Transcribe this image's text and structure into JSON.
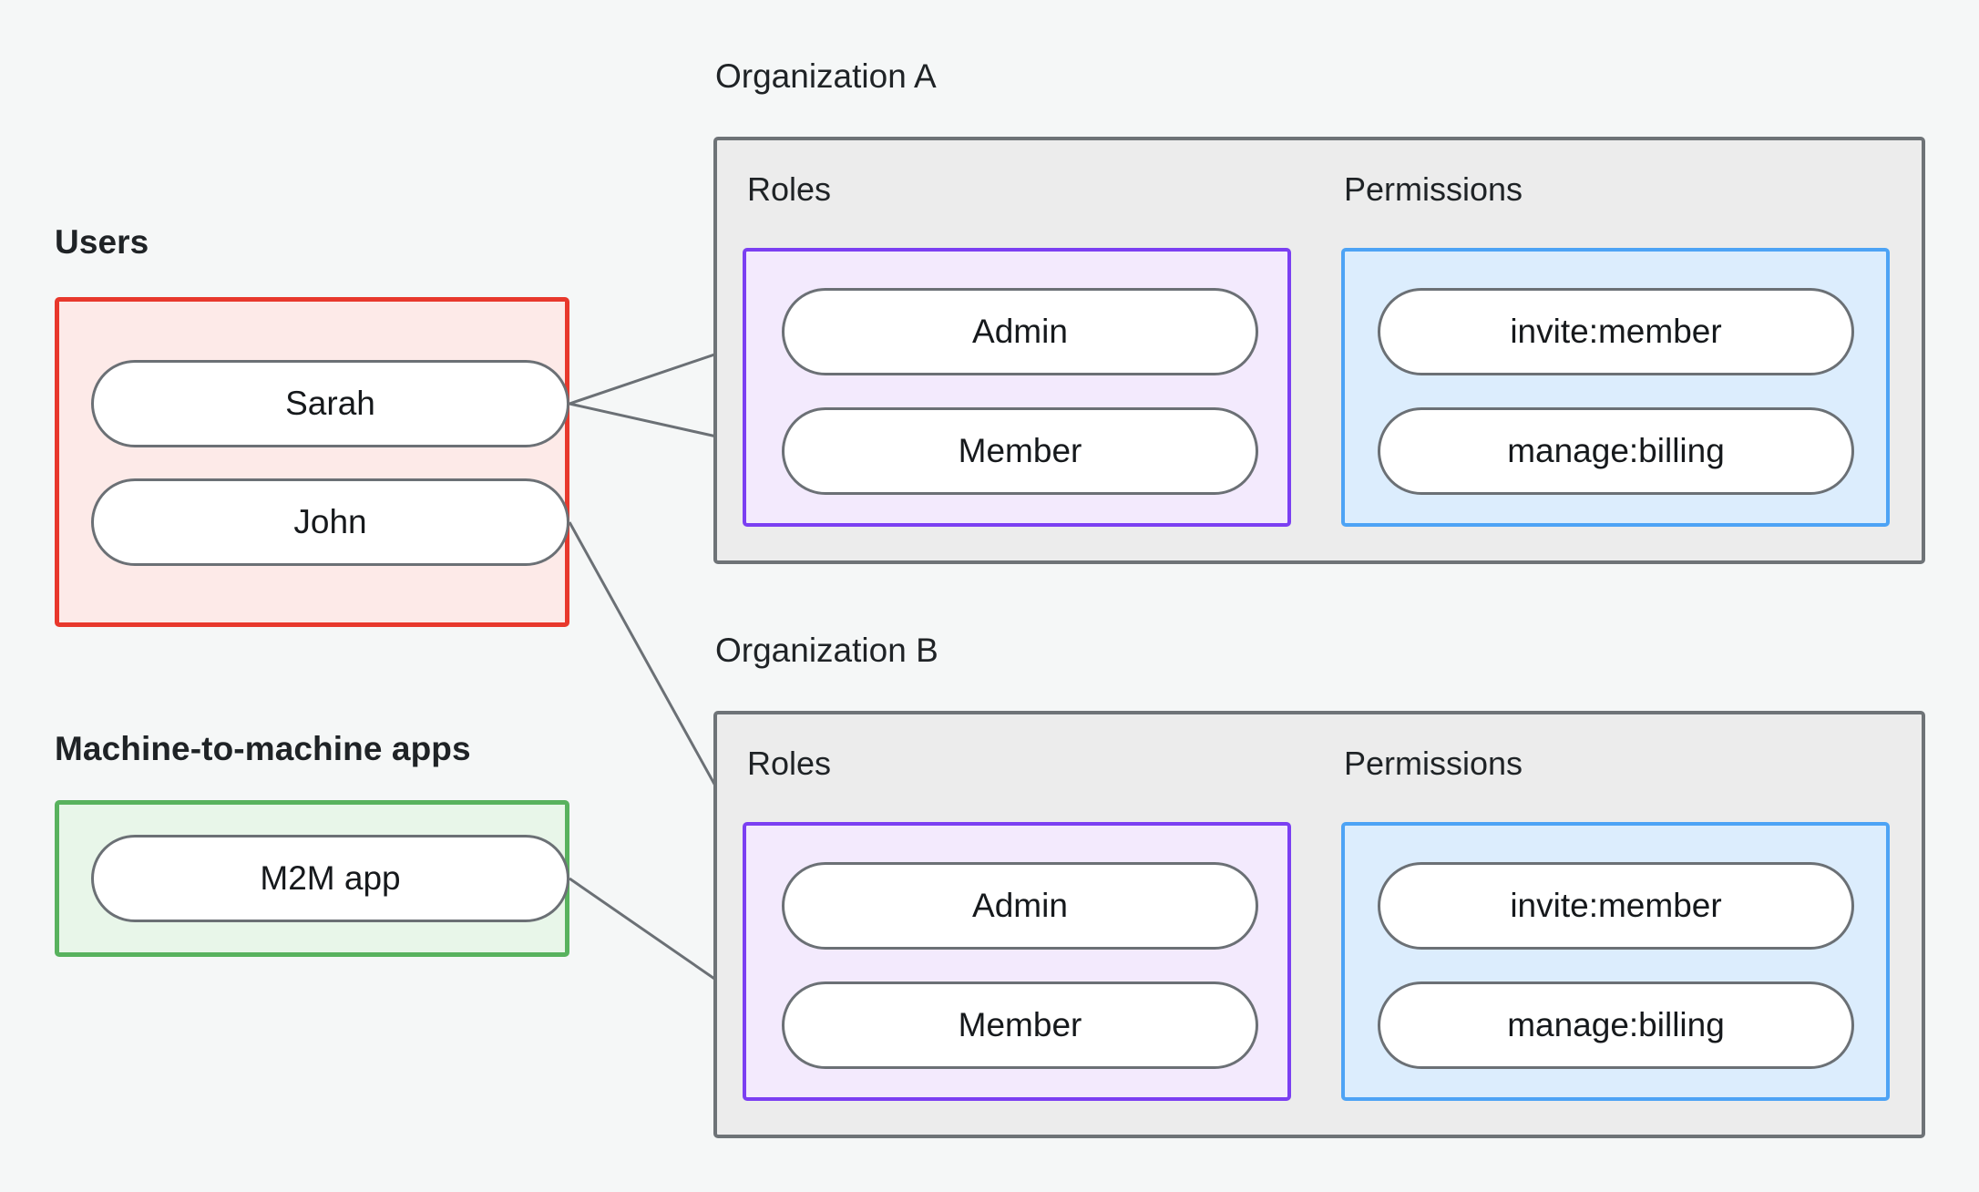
{
  "sections": {
    "users": {
      "title": "Users",
      "items": [
        "Sarah",
        "John"
      ],
      "border_color": "#e8382c",
      "fill_color": "#fdeae8"
    },
    "m2m": {
      "title": "Machine-to-machine apps",
      "items": [
        "M2M app"
      ],
      "border_color": "#58b25e",
      "fill_color": "#e8f6e9"
    }
  },
  "organizations": [
    {
      "title": "Organization A",
      "roles_label": "Roles",
      "permissions_label": "Permissions",
      "roles": [
        "Admin",
        "Member"
      ],
      "permissions": [
        "invite:member",
        "manage:billing"
      ],
      "roles_border_color": "#7b3ff2",
      "permissions_border_color": "#4da3f5"
    },
    {
      "title": "Organization B",
      "roles_label": "Roles",
      "permissions_label": "Permissions",
      "roles": [
        "Admin",
        "Member"
      ],
      "permissions": [
        "invite:member",
        "manage:billing"
      ],
      "roles_border_color": "#7b3ff2",
      "permissions_border_color": "#4da3f5"
    }
  ],
  "edges": [
    {
      "from": "Sarah",
      "to": "Organization A / Admin"
    },
    {
      "from": "Sarah",
      "to": "Organization A / Member"
    },
    {
      "from": "John",
      "to": "Organization B / Admin"
    },
    {
      "from": "M2M app",
      "to": "Organization B / Member"
    },
    {
      "from": "Organization A / Admin",
      "to": "Organization A / invite:member"
    },
    {
      "from": "Organization A / Admin",
      "to": "Organization A / manage:billing"
    },
    {
      "from": "Organization A / Member",
      "to": "Organization A / manage:billing"
    },
    {
      "from": "Organization B / Admin",
      "to": "Organization B / invite:member"
    },
    {
      "from": "Organization B / Admin",
      "to": "Organization B / manage:billing"
    },
    {
      "from": "Organization B / Member",
      "to": "Organization B / manage:billing"
    }
  ],
  "style": {
    "background": "#f5f7f7",
    "edge_color": "#6b7075",
    "node_border_color": "#6b7075",
    "org_border_color": "#6e7377",
    "org_fill_color": "#ececec"
  }
}
